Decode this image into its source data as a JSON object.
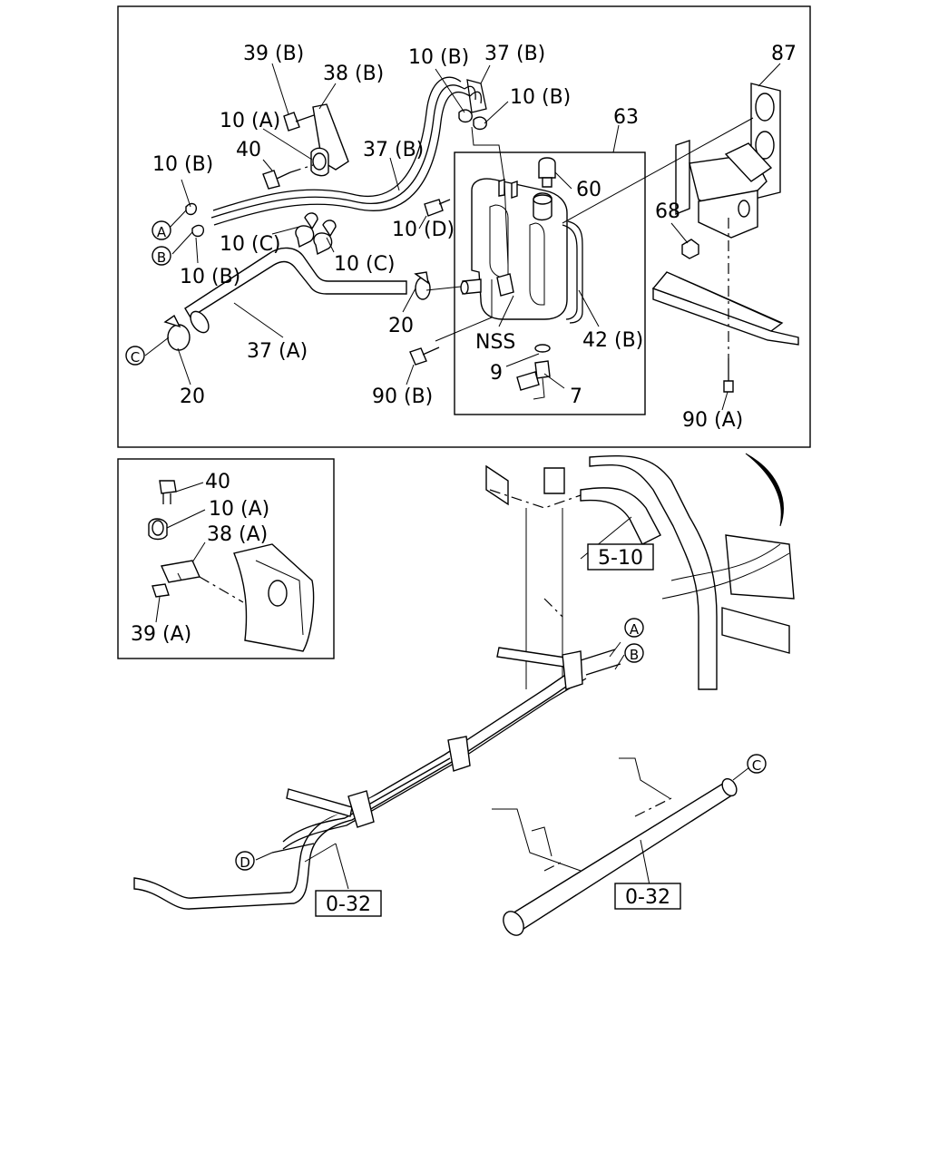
{
  "labels": {
    "l_39b": "39 (B)",
    "l_38b": "38 (B)",
    "l_10b_top": "10 (B)",
    "l_37b_top": "37 (B)",
    "l_87": "87",
    "l_10a": "10 (A)",
    "l_10b_right": "10 (B)",
    "l_63": "63",
    "l_40": "40",
    "l_37b_mid": "37 (B)",
    "l_10b_left": "10 (B)",
    "l_60": "60",
    "l_68": "68",
    "l_10c_a": "10 (C)",
    "l_10c_b": "10 (C)",
    "l_10d": "10 (D)",
    "l_10b_low": "10 (B)",
    "l_20_mid": "20",
    "l_nss": "NSS",
    "l_42b": "42 (B)",
    "l_37a": "37 (A)",
    "l_9": "9",
    "l_7": "7",
    "l_20_low": "20",
    "l_90b": "90 (B)",
    "l_90a": "90 (A)",
    "ins_40": "40",
    "ins_10a": "10 (A)",
    "ins_38a": "38 (A)",
    "ins_39a": "39 (A)",
    "ref_510": "5-10",
    "ref_032_left": "0-32",
    "ref_032_right": "0-32"
  },
  "markers": {
    "a": "A",
    "b": "B",
    "c": "C",
    "d": "D"
  }
}
